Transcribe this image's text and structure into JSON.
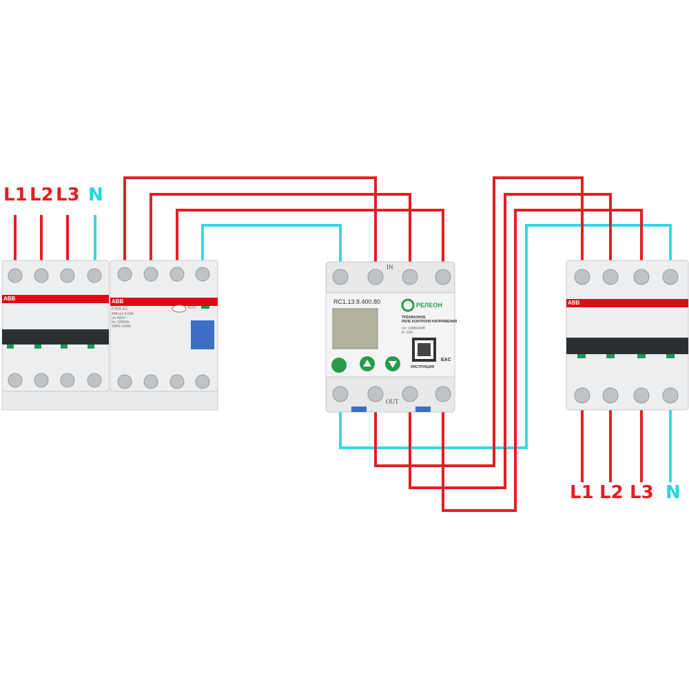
{
  "colors": {
    "phase": "#e31e24",
    "neutral": "#3ad6e3",
    "abb": "#e30613",
    "relay_green": "#2a9a4a"
  },
  "input_labels": [
    "L1",
    "L2",
    "L3",
    "N"
  ],
  "output_labels": [
    "L1",
    "L2",
    "L3",
    "N"
  ],
  "left_mcb": {
    "brand": "ABB"
  },
  "rcd": {
    "brand": "ABB",
    "model": "F204 AC",
    "specs": [
      "40A I∆n 0.03A",
      "Un 400V~",
      "Inc 10000A",
      "100% 10000"
    ],
    "test_label": "TEST"
  },
  "relay": {
    "model": "RC1.13.8.400.80",
    "brand": "РЕЛЕОН",
    "title": "ТРЁХФАЗНОЕ",
    "subtitle": "РЕЛЕ КОНТРОЛЯ НАПРЯЖЕНИЯ",
    "un": "Un: 230В/400В",
    "in": "In: 63A",
    "qr_label": "ИНСТРУКЦИЯ",
    "cert": "EAC",
    "in_label": "IN",
    "out_label": "OUT"
  },
  "right_mcb": {
    "brand": "ABB"
  }
}
